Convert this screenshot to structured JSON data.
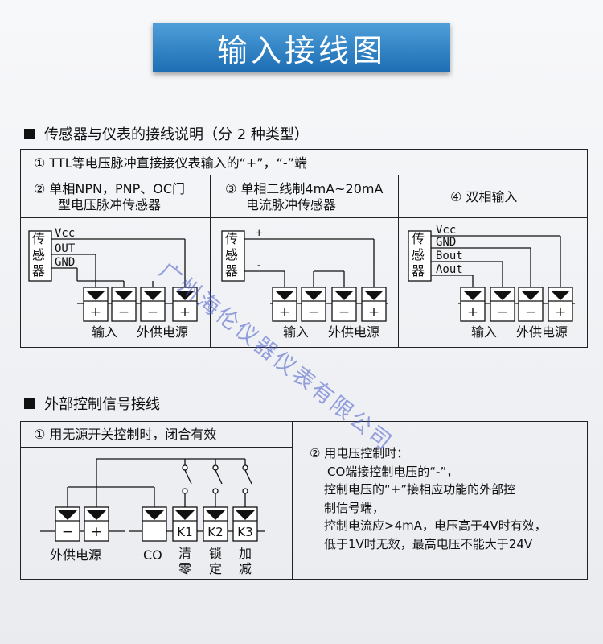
{
  "banner": {
    "title": "输入接线图"
  },
  "section1": {
    "heading": "传感器与仪表的接线说明（分 2 种类型）",
    "row1": "① TTL等电压脉冲直接接仪表输入的“+”，“-”端",
    "col2_line1": "② 单相NPN，PNP、OC门",
    "col2_line2": "型电压脉冲传感器",
    "col3_line1": "③ 单相二线制4mA~20mA",
    "col3_line2": "电流脉冲传感器",
    "col4": "④ 双相输入",
    "sensor_chars": [
      "传",
      "感",
      "器"
    ],
    "d1": {
      "pins": [
        "Vcc",
        "OUT",
        "GND"
      ]
    },
    "d2": {
      "pins": [
        "+",
        "-"
      ]
    },
    "d3": {
      "pins": [
        "Vcc",
        "GND",
        "Bout",
        "Aout"
      ]
    },
    "term_plus": "+",
    "term_minus": "−",
    "label_input": "输入",
    "label_power": "外供电源"
  },
  "section2": {
    "heading": "外部控制信号接线",
    "left_title": "① 用无源开关控制时，闭合有效",
    "right_lines": [
      "② 用电压控制时：",
      "CO端接控制电压的“-”，",
      "控制电压的“+”接相应功能的外部控",
      "制信号端，",
      "控制电流应>4mA，电压高于4V时有效，",
      "低于1V时无效，最高电压不能大于24V"
    ],
    "term_labels": [
      "−",
      "+",
      "",
      "K1",
      "K2",
      "K3"
    ],
    "label_power": "外供电源",
    "label_co": "CO",
    "k1_label": [
      "清",
      "零"
    ],
    "k2_label": [
      "锁",
      "定"
    ],
    "k3_label": [
      "加",
      "减"
    ]
  },
  "watermark": "广州海伦仪器仪表有限公司"
}
